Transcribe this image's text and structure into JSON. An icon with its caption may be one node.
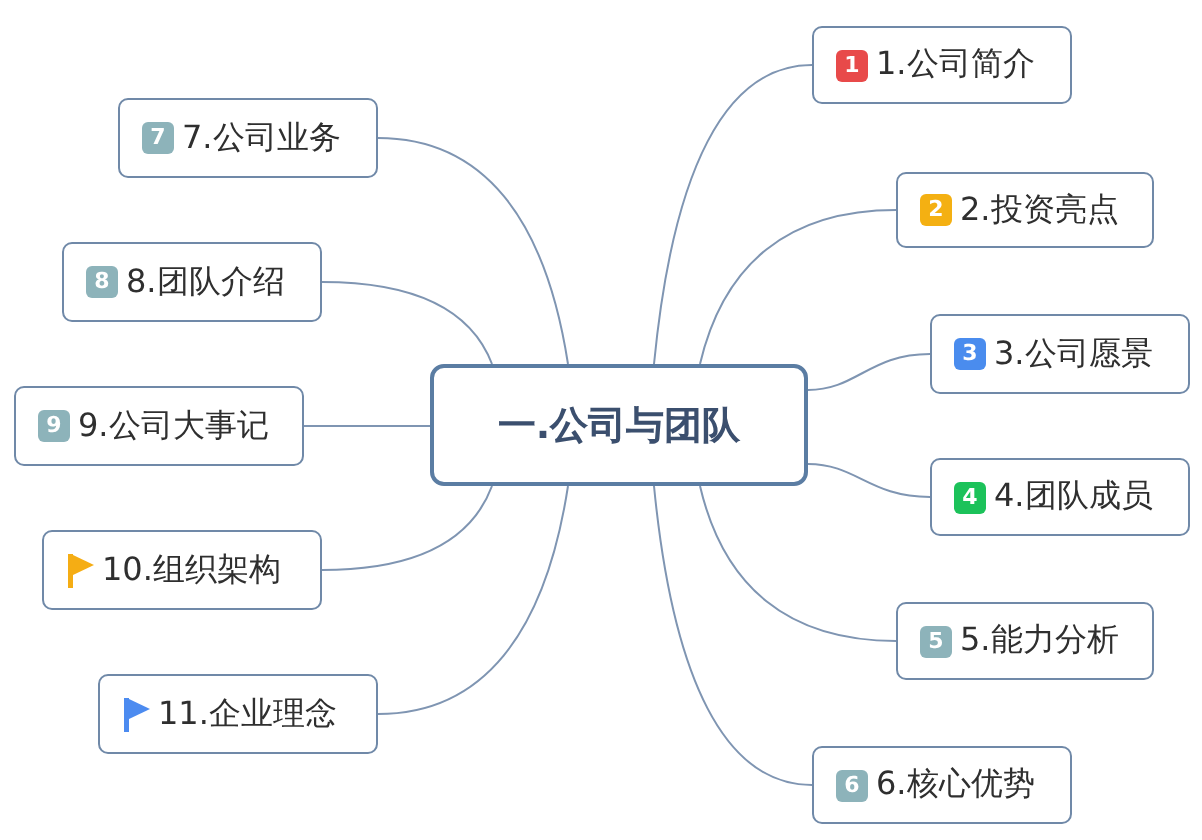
{
  "diagram": {
    "nodes": [
      {
        "text": [
          "一.公司与团队"
        ]
      },
      {
        "text": [
          "1",
          "1.公司简介"
        ]
      },
      {
        "text": [
          "2",
          "2.投资亮点"
        ]
      },
      {
        "text": [
          "3",
          "3.公司愿景"
        ]
      },
      {
        "text": [
          "4",
          "4.团队成员"
        ]
      },
      {
        "text": [
          "5",
          "5.能力分析"
        ]
      },
      {
        "text": [
          "6",
          "6.核心优势"
        ]
      },
      {
        "text": [
          "7",
          "7.公司业务"
        ]
      },
      {
        "text": [
          "8",
          "8.团队介绍"
        ]
      },
      {
        "text": [
          "9",
          "9.公司大事记"
        ]
      },
      {
        "text": [
          "10.组织架构"
        ]
      },
      {
        "text": [
          "11.企业理念"
        ]
      }
    ],
    "edges": [
      {
        "from": 0,
        "to": 1,
        "arrow": "none"
      },
      {
        "from": 0,
        "to": 2,
        "arrow": "none"
      },
      {
        "from": 0,
        "to": 3,
        "arrow": "none"
      },
      {
        "from": 0,
        "to": 4,
        "arrow": "none"
      },
      {
        "from": 0,
        "to": 5,
        "arrow": "none"
      },
      {
        "from": 0,
        "to": 6,
        "arrow": "none"
      },
      {
        "from": 0,
        "to": 7,
        "arrow": "none"
      },
      {
        "from": 0,
        "to": 8,
        "arrow": "none"
      },
      {
        "from": 0,
        "to": 9,
        "arrow": "none"
      },
      {
        "from": 0,
        "to": 10,
        "arrow": "none"
      },
      {
        "from": 0,
        "to": 11,
        "arrow": "none"
      }
    ]
  }
}
